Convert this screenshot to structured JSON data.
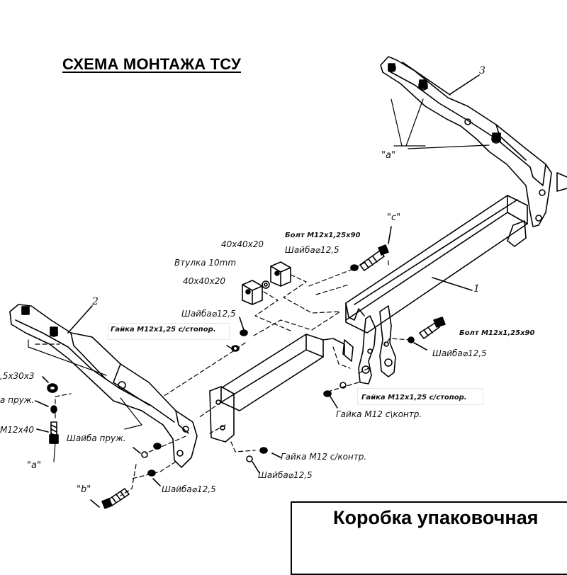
{
  "title": "СХЕМА МОНТАЖА ТСУ",
  "parts": {
    "p1": "1",
    "p2": "2",
    "p3": "3"
  },
  "letters": {
    "a_top": "\"а\"",
    "a_left": "\"а\"",
    "b": "\"b\"",
    "c": "\"с\""
  },
  "labels": {
    "size_40_top": "40x40x20",
    "bushing": "Втулка 10mm",
    "size_40_bottom": "40x40x20",
    "bolt_top": "Болт М12х1,25х90",
    "washer_top": "Шайба⌀12,5",
    "washer_mid_left": "Шайба⌀12,5",
    "nut_lock_left": "Гайка М12х1,25 с/стопор.",
    "bolt_right": "Болт М12х1,25х90",
    "washer_right": "Шайба⌀12,5",
    "nut_lock_bottom": "Гайка М12х1,25 с/стопор.",
    "nut_contr_mid": "Гайка М12 с\\контр.",
    "nut_contr_bottom": "Гайка М12 с/контр.",
    "washer_bottom_center": "Шайба⌀12,5",
    "washer_spring": "Шайба пруж.",
    "washer_bottom_left": "Шайба⌀12,5",
    "left_washer_size": ",5х30х3",
    "left_spring": "а пруж.",
    "left_bolt": "M12x40"
  },
  "box": {
    "text": "Коробка упаковочная"
  }
}
